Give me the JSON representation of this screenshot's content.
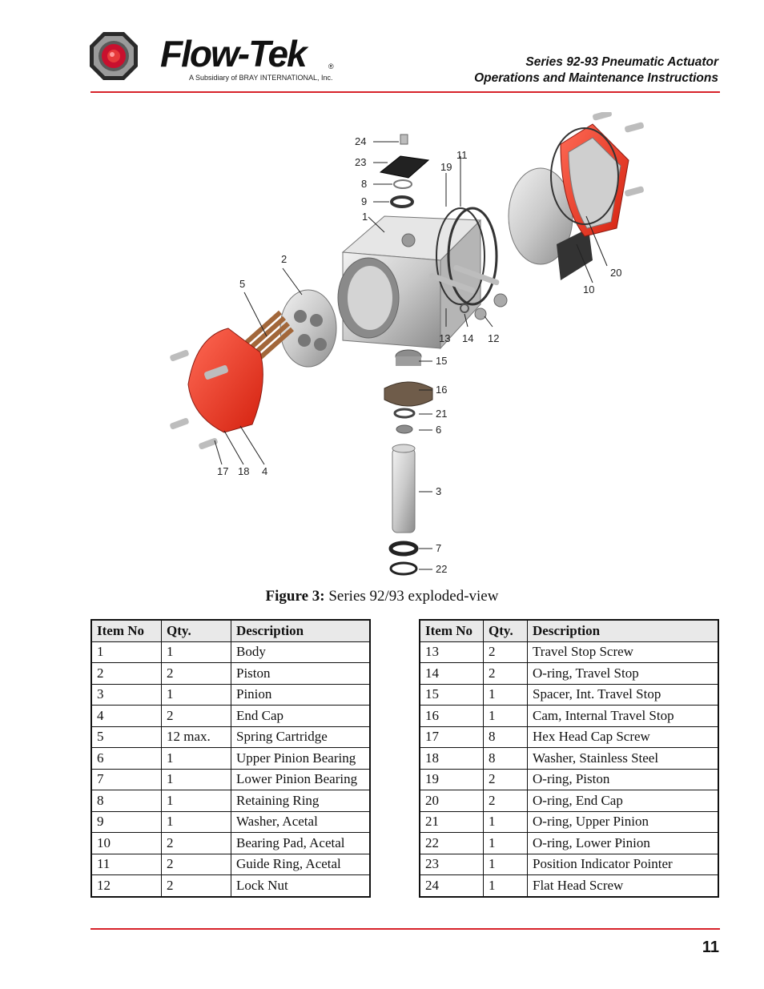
{
  "header": {
    "logo_text": "Flow-Tek",
    "logo_registered": "®",
    "logo_subtitle": "A Subsidiary of BRAY INTERNATIONAL, Inc.",
    "title_line1": "Series 92-93 Pneumatic Actuator",
    "title_line2": "Operations and Maintenance Instructions",
    "accent_color": "#d7222a"
  },
  "figure": {
    "caption_label": "Figure 3:",
    "caption_text": "Series 92/93 exploded-view",
    "callouts": [
      "24",
      "23",
      "8",
      "9",
      "1",
      "19",
      "11",
      "2",
      "5",
      "20",
      "10",
      "13",
      "14",
      "12",
      "15",
      "16",
      "21",
      "6",
      "17",
      "18",
      "4",
      "3",
      "7",
      "22"
    ]
  },
  "tables": {
    "headers": [
      "Item No",
      "Qty.",
      "Description"
    ],
    "left_rows": [
      [
        "1",
        "1",
        "Body"
      ],
      [
        "2",
        "2",
        "Piston"
      ],
      [
        "3",
        "1",
        "Pinion"
      ],
      [
        "4",
        "2",
        "End Cap"
      ],
      [
        "5",
        "12 max.",
        "Spring Cartridge"
      ],
      [
        "6",
        "1",
        "Upper Pinion Bearing"
      ],
      [
        "7",
        "1",
        "Lower Pinion Bearing"
      ],
      [
        "8",
        "1",
        "Retaining Ring"
      ],
      [
        "9",
        "1",
        "Washer, Acetal"
      ],
      [
        "10",
        "2",
        "Bearing Pad, Acetal"
      ],
      [
        "11",
        "2",
        "Guide Ring, Acetal"
      ],
      [
        "12",
        "2",
        "Lock Nut"
      ]
    ],
    "right_rows": [
      [
        "13",
        "2",
        "Travel Stop Screw"
      ],
      [
        "14",
        "2",
        "O-ring, Travel Stop"
      ],
      [
        "15",
        "1",
        "Spacer, Int. Travel Stop"
      ],
      [
        "16",
        "1",
        "Cam, Internal Travel Stop"
      ],
      [
        "17",
        "8",
        "Hex Head Cap Screw"
      ],
      [
        "18",
        "8",
        "Washer, Stainless Steel"
      ],
      [
        "19",
        "2",
        "O-ring, Piston"
      ],
      [
        "20",
        "2",
        "O-ring, End Cap"
      ],
      [
        "21",
        "1",
        "O-ring, Upper Pinion"
      ],
      [
        "22",
        "1",
        "O-ring, Lower Pinion"
      ],
      [
        "23",
        "1",
        "Position Indicator Pointer"
      ],
      [
        "24",
        "1",
        "Flat Head Screw"
      ]
    ]
  },
  "footer": {
    "page_number": "11"
  }
}
